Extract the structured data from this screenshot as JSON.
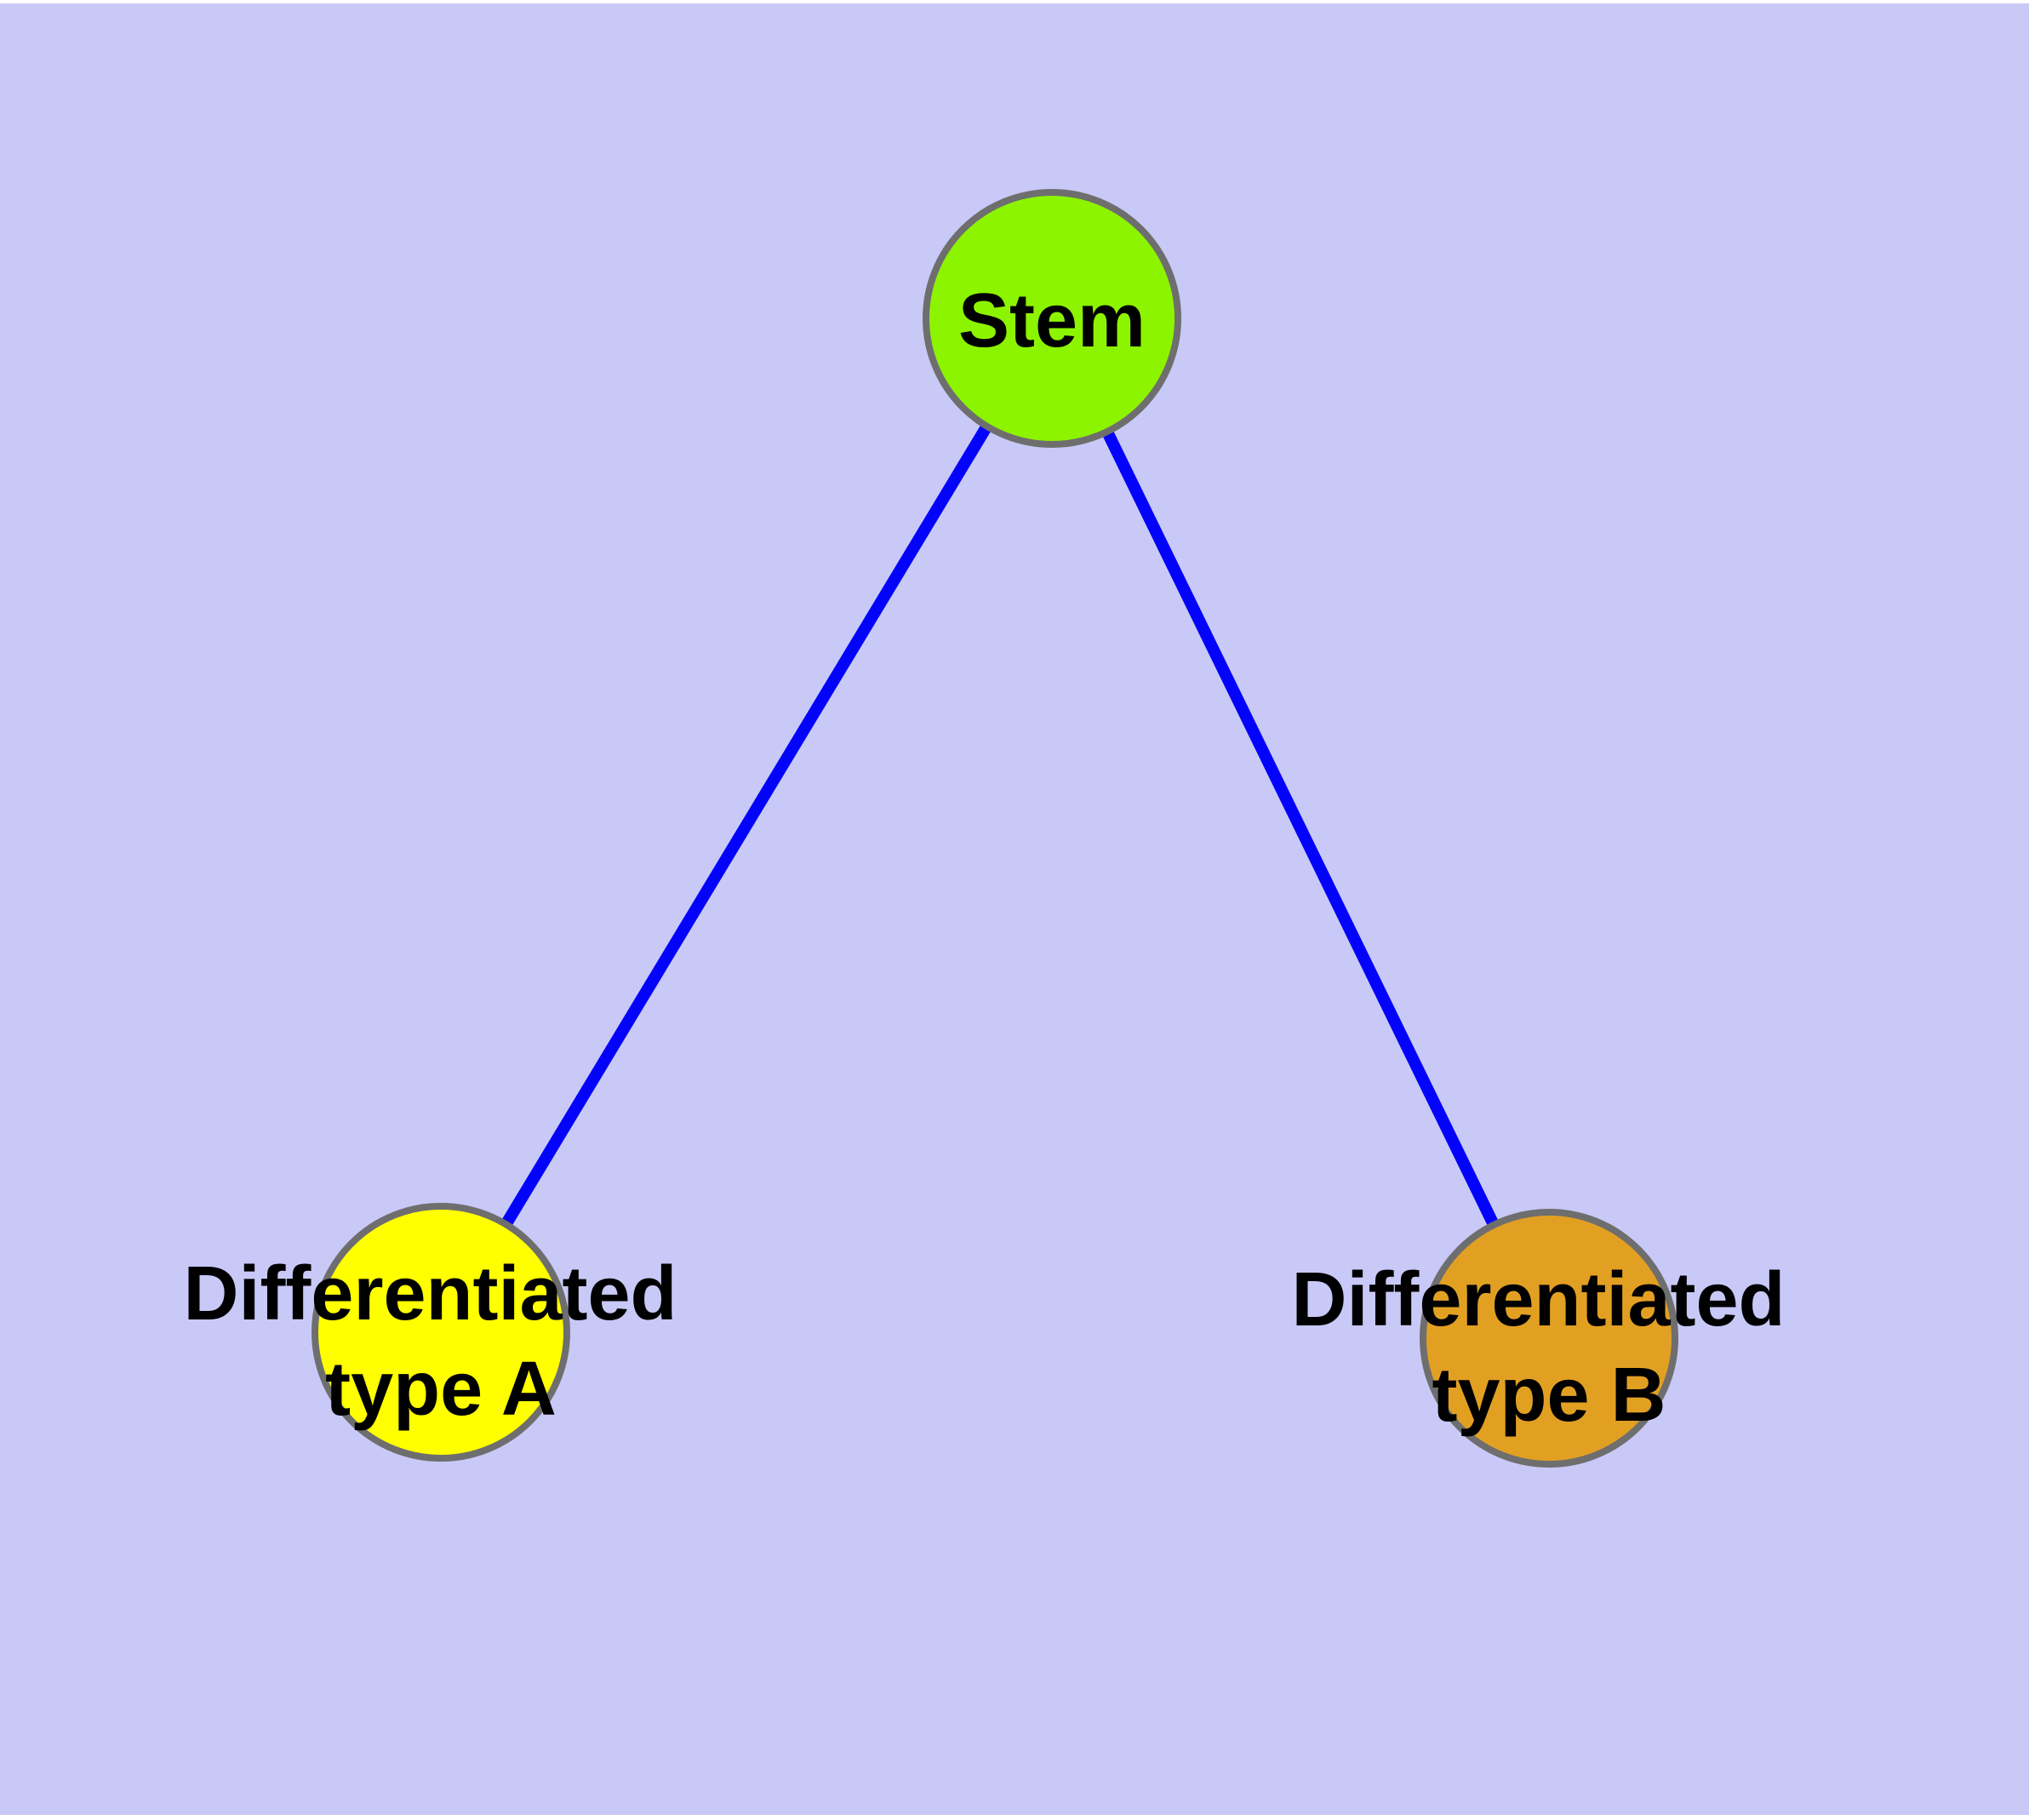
{
  "diagram": {
    "title": "",
    "background_color": "#C9C9F7",
    "page_margin_color": "#FFFFFF",
    "edge_color": "#0303FC",
    "node_border_color": "#6E6E6E",
    "label_color": "#000000",
    "nodes": [
      {
        "id": "stem",
        "label": "Stem",
        "color": "#8DF400"
      },
      {
        "id": "type-a",
        "label_line1": "Differentiated",
        "label_line2": "type A",
        "color": "#FFFF00"
      },
      {
        "id": "type-b",
        "label_line1": "Differentiated",
        "label_line2": "type B",
        "color": "#E2A023"
      }
    ],
    "edges": [
      {
        "from": "stem",
        "to": "type-a"
      },
      {
        "from": "stem",
        "to": "type-b"
      }
    ]
  }
}
